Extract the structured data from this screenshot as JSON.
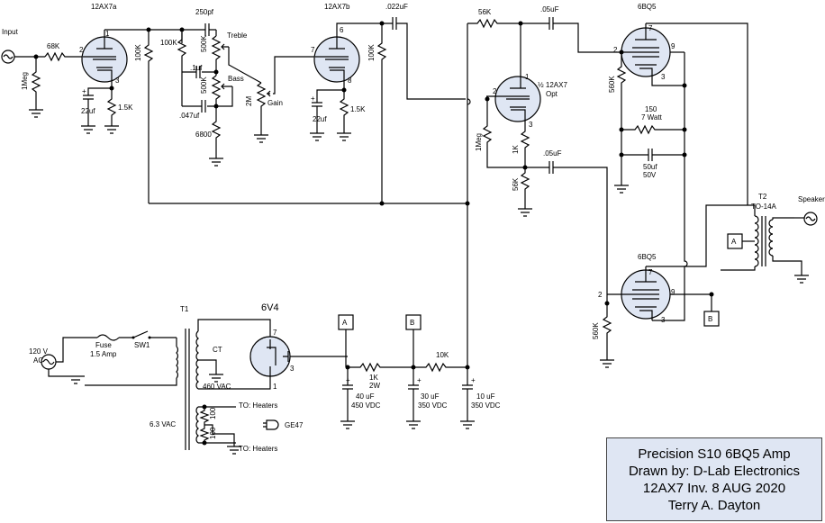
{
  "tubes": {
    "v1a": "12AX7a",
    "v1b": "12AX7b",
    "v2": "½ 12AX7",
    "v2_note": "Opt",
    "out_top": "6BQ5",
    "out_bottom": "6BQ5",
    "rectifier": "6V4"
  },
  "pins": {
    "p1": "1",
    "p2": "2",
    "p3": "3",
    "p6": "6",
    "p7": "7",
    "p8": "8",
    "p9": "9"
  },
  "labels": {
    "input": "Input",
    "treble": "Treble",
    "bass": "Bass",
    "gain": "Gain",
    "speaker": "Speaker",
    "t2": "T2",
    "t2_model": "TO-14A",
    "t1": "T1",
    "ct": "CT",
    "vac460": "460 VAC",
    "vac63": "6.3 VAC",
    "heaters1": "TO: Heaters",
    "heaters2": "TO: Heaters",
    "ge47": "GE47",
    "mains": "120 V",
    "ac": "AC",
    "fuse": "Fuse",
    "fuse_rating": "1.5 Amp",
    "sw1": "SW1",
    "node_a": "A",
    "node_b": "B"
  },
  "components": {
    "r_68k": "68K",
    "r_1meg_in": "1Meg",
    "c_22uf_a": "22uf",
    "r_1k5_a": "1.5K",
    "r_100k_a": "100K",
    "c_250pf": "250pf",
    "r_100k_tone": "100K",
    "c_1uf": ".1uf",
    "c_047uf": ".047uf",
    "r_6800": "6800",
    "pot_500k_treble": "500K",
    "pot_500k_bass": "500K",
    "pot_2m": "2M",
    "c_022uf": ".022uF",
    "r_100k_b": "100K",
    "c_22uf_b": "22uf",
    "r_1k5_b": "1.5K",
    "r_56k": "56K",
    "c_05uf_top": ".05uF",
    "r_1meg_pi": "1Meg",
    "r_1k_pi": "1K",
    "c_05uf_mid": ".05uF",
    "r_56k_pi": "56K",
    "r_560k_top": "560K",
    "r_150": "150",
    "r_150_w": "7 Watt",
    "c_50uf": "50uf",
    "c_50uf_v": "50V",
    "r_560k_bot": "560K",
    "r_1k_2w": "1K",
    "r_1k_2w_rating": "2W",
    "r_10k": "10K",
    "c_40uf": "40 uF",
    "c_40uf_v": "450 VDC",
    "c_30uf": "30 uF",
    "c_30uf_v": "350 VDC",
    "c_10uf": "10 uF",
    "c_10uf_v": "350 VDC",
    "r_100_a": "100",
    "r_100_b": "100",
    "plus": "+"
  },
  "title_block": {
    "line1": "Precision S10 6BQ5 Amp",
    "line2": "Drawn by: D-Lab Electronics",
    "line3": "12AX7 Inv. 8 AUG 2020",
    "line4": "Terry A. Dayton"
  }
}
